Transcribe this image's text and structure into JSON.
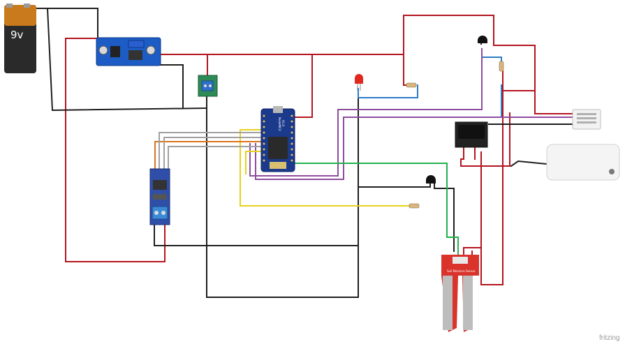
{
  "battery": {
    "label": "9v"
  },
  "board": {
    "label_line1": "NodeMCU",
    "label_line2": "V1.0"
  },
  "soil_sensor": {
    "label": "Soil Moisture Sensor"
  },
  "footer": {
    "watermark": "fritzing"
  },
  "colors": {
    "wire_red": "#b4141e",
    "wire_black": "#1e1e1e",
    "wire_blue": "#2d7bc4",
    "wire_purple": "#8e4c9e",
    "wire_green": "#22b14c",
    "wire_yellow": "#e6d21c",
    "wire_orange": "#d9731a",
    "wire_gray": "#a0a0a0",
    "board_blue": "#1c3a8c",
    "module_blue": "#2f4ea8",
    "pcb_green": "#2e8b57",
    "sensor_red": "#d9332b"
  }
}
